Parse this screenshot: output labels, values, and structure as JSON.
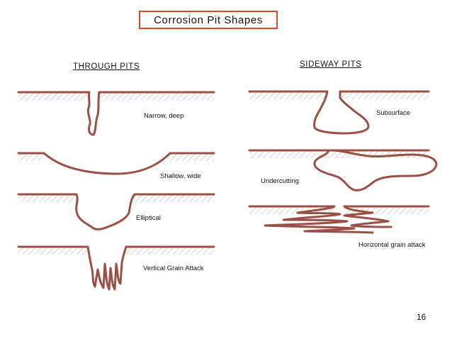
{
  "title": "Corrosion Pit Shapes",
  "columns": {
    "through": {
      "heading": "THROUGH PITS",
      "items": [
        "Narrow, deep",
        "Shallow, wide",
        "Elliptical",
        "Vertical Grain Attack"
      ]
    },
    "sideway": {
      "heading": "SIDEWAY PITS",
      "items": [
        "Subsurface",
        "Undercutting",
        "Horizontal grain attack"
      ]
    }
  },
  "page_number": "16",
  "colors": {
    "pit_stroke": "#9a5044",
    "hatch": "#b58a80",
    "title_border": "#e0442a"
  }
}
